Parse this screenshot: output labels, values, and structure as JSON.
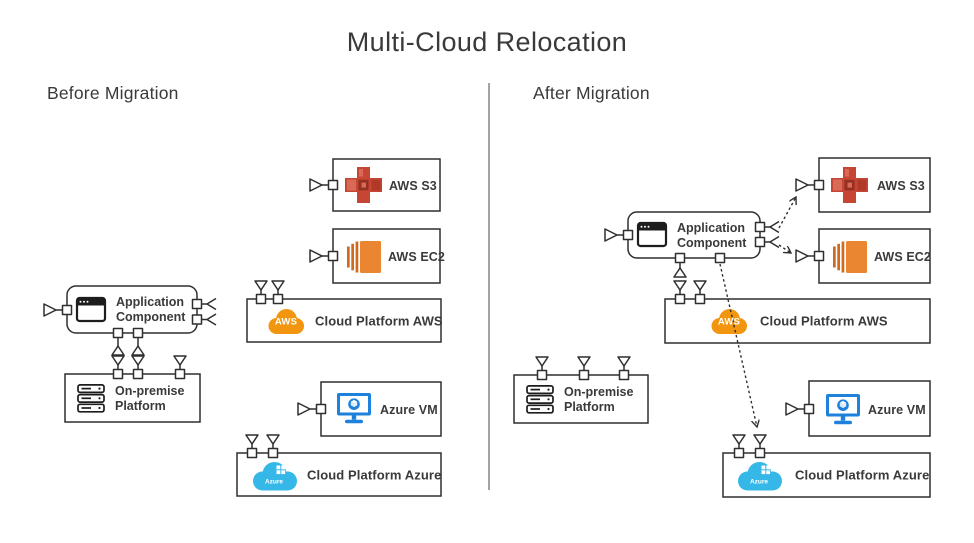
{
  "title": "Multi-Cloud Relocation",
  "colors": {
    "stroke": "#2f2f2f",
    "text": "#3a3a3a",
    "divider": "#8c8c8c",
    "s3_red": "#c64534",
    "s3_red_dark": "#93301f",
    "s3_red_light": "#d96a58",
    "s3_red_deep": "#b03a27",
    "ec2_orange": "#ea8632",
    "ec2_orange_dark": "#cf6a1e",
    "aws_cloud_orange": "#f2950f",
    "azure_vm_blue": "#1e82dd",
    "azure_cloud_blue": "#35b8e8"
  },
  "before": {
    "heading": "Before Migration",
    "nodes": {
      "application_component": {
        "line1": "Application",
        "line2": "Component",
        "icon": "app-window-icon"
      },
      "on_premise_platform": {
        "line1": "On-premise",
        "line2": "Platform",
        "icon": "server-stack-icon"
      },
      "aws_s3": {
        "label": "AWS S3",
        "icon": "aws-s3-bucket-icon"
      },
      "aws_ec2": {
        "label": "AWS EC2",
        "icon": "aws-ec2-icon"
      },
      "cloud_platform_aws": {
        "label": "Cloud Platform AWS",
        "logo_text": "AWS",
        "icon": "aws-cloud-icon"
      },
      "azure_vm": {
        "label": "Azure VM",
        "icon": "azure-vm-monitor-icon"
      },
      "cloud_platform_azure": {
        "label": "Cloud Platform Azure",
        "logo_text": "Azure",
        "icon": "azure-cloud-icon"
      }
    }
  },
  "after": {
    "heading": "After Migration",
    "nodes": {
      "application_component": {
        "line1": "Application",
        "line2": "Component",
        "icon": "app-window-icon"
      },
      "on_premise_platform": {
        "line1": "On-premise",
        "line2": "Platform",
        "icon": "server-stack-icon"
      },
      "aws_s3": {
        "label": "AWS S3",
        "icon": "aws-s3-bucket-icon"
      },
      "aws_ec2": {
        "label": "AWS EC2",
        "icon": "aws-ec2-icon"
      },
      "cloud_platform_aws": {
        "label": "Cloud Platform AWS",
        "logo_text": "AWS",
        "icon": "aws-cloud-icon"
      },
      "azure_vm": {
        "label": "Azure VM",
        "icon": "azure-vm-monitor-icon"
      },
      "cloud_platform_azure": {
        "label": "Cloud Platform Azure",
        "logo_text": "Azure",
        "icon": "azure-cloud-icon"
      }
    }
  }
}
